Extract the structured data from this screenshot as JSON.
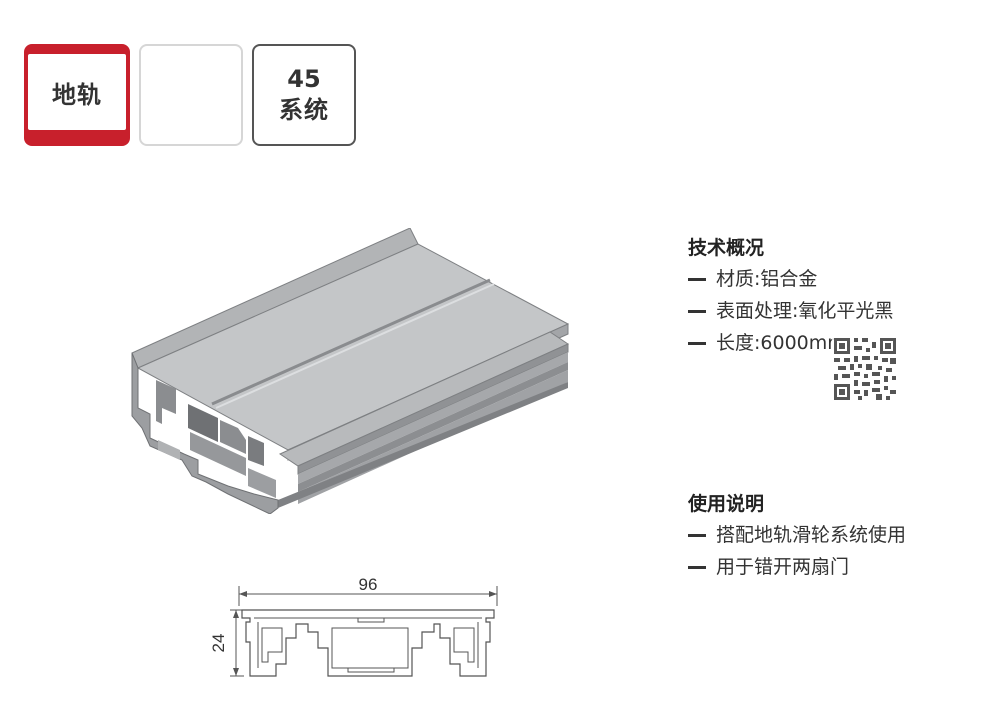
{
  "tags": {
    "category": "地轨",
    "system_number": "45",
    "system_label": "系统"
  },
  "tech": {
    "heading": "技术概况",
    "items": [
      "材质:铝合金",
      "表面处理:氧化平光黑",
      "长度:6000mm"
    ]
  },
  "usage": {
    "heading": "使用说明",
    "items": [
      "搭配地轨滑轮系统使用",
      "用于错开两扇门"
    ]
  },
  "drawing": {
    "width_dimension": "96",
    "height_dimension": "24"
  },
  "colors": {
    "accent_red": "#c8202c",
    "profile_grey": "#a7a9ab"
  },
  "icons": {
    "qr": "qr-code-icon"
  }
}
